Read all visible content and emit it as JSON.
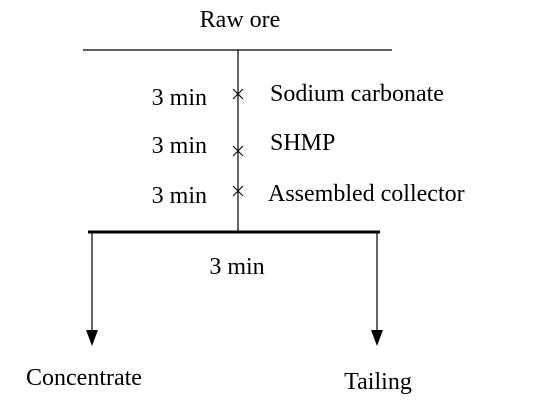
{
  "diagram": {
    "feed": "Raw ore",
    "stages": [
      {
        "time": "3 min",
        "reagent": "Sodium carbonate"
      },
      {
        "time": "3 min",
        "reagent": "SHMP"
      },
      {
        "time": "3 min",
        "reagent": "Assembled collector"
      }
    ],
    "flotation_time": "3 min",
    "outputs": {
      "left": "Concentrate",
      "right": "Tailing"
    }
  }
}
